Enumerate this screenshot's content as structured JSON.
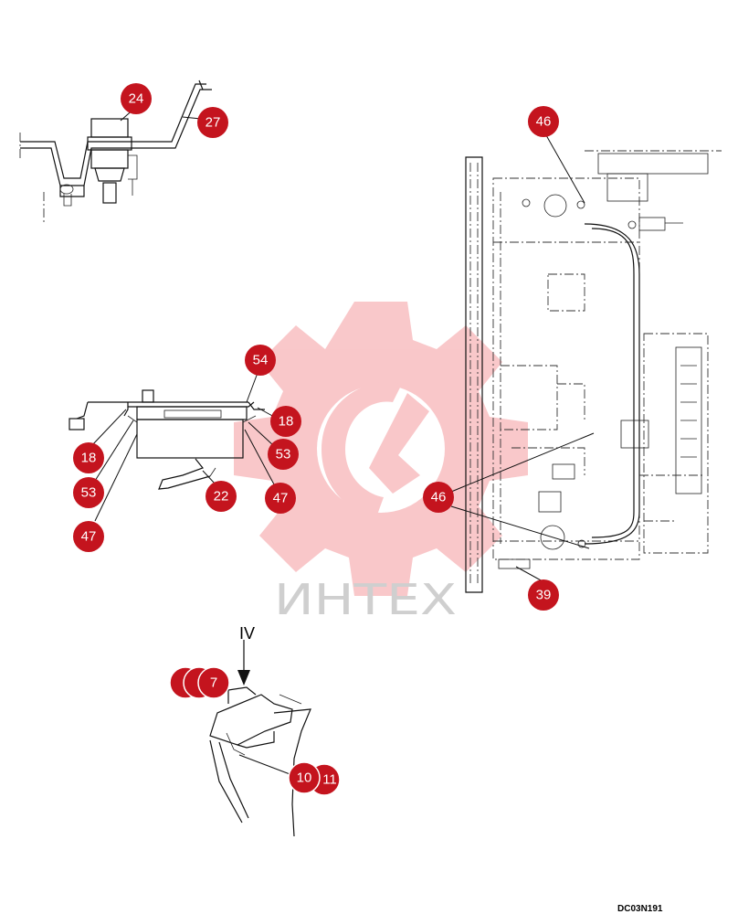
{
  "watermark": {
    "text": "ИНТЕХ",
    "gear_color": "#f7b5b8",
    "text_color": "#cfcfcf"
  },
  "callout_color": "#c4141e",
  "view_label": "IV",
  "drawing_code": "DC03N191",
  "callouts": {
    "c24": "24",
    "c27": "27",
    "c46a": "46",
    "c54": "54",
    "c18a": "18",
    "c18b": "18",
    "c53a": "53",
    "c53b": "53",
    "c22": "22",
    "c47a": "47",
    "c47b": "47",
    "c46b": "46",
    "c39": "39",
    "c7": "7",
    "c10": "10",
    "c11": "11"
  }
}
